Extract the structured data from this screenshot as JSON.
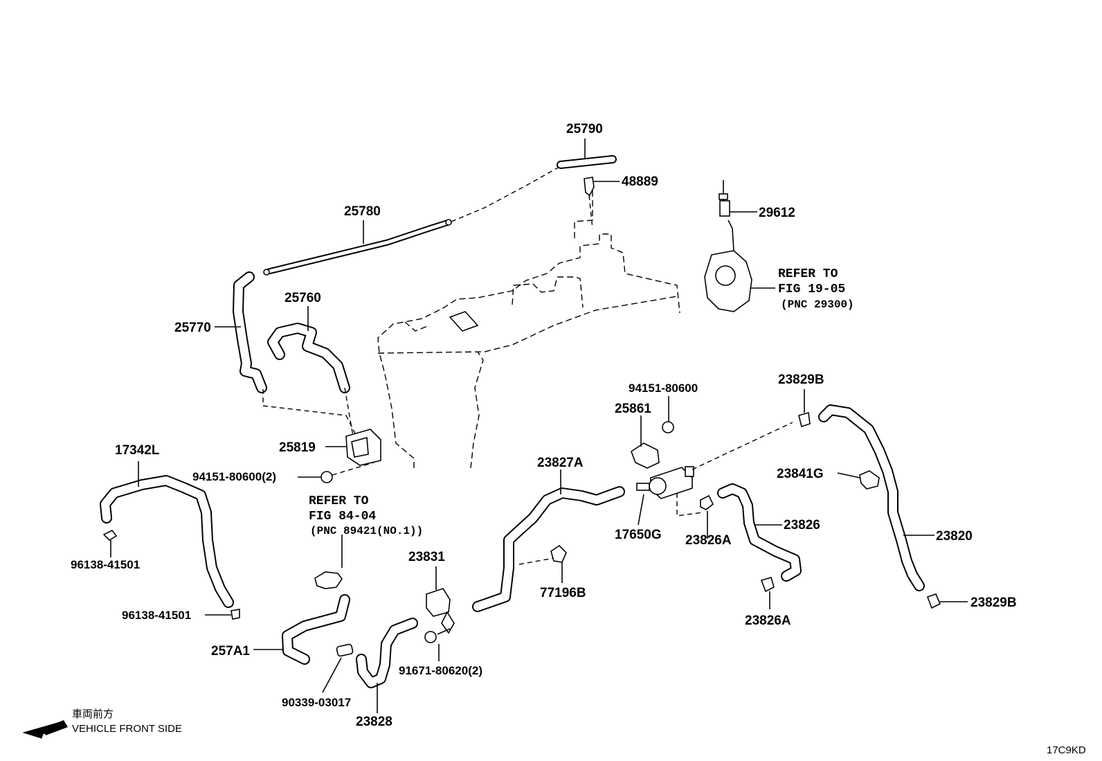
{
  "labels": {
    "p25790": "25790",
    "p48889": "48889",
    "p29612": "29612",
    "p25780": "25780",
    "p25760": "25760",
    "p25770": "25770",
    "p25819": "25819",
    "p94151_2": "94151-80600(2)",
    "p17342L": "17342L",
    "p96138_a": "96138-41501",
    "p96138_b": "96138-41501",
    "p257A1": "257A1",
    "p90339": "90339-03017",
    "p23828": "23828",
    "p23831": "23831",
    "p91671": "91671-80620(2)",
    "p23827A": "23827A",
    "p77196B": "77196B",
    "p94151": "94151-80600",
    "p25861": "25861",
    "p17650G": "17650G",
    "p23826A_a": "23826A",
    "p23826": "23826",
    "p23826A_b": "23826A",
    "p23829B_a": "23829B",
    "p23841G": "23841G",
    "p23820": "23820",
    "p23829B_b": "23829B"
  },
  "refer_fig19": {
    "line1": "REFER TO",
    "line2": "FIG 19-05",
    "line3": "(PNC 29300)"
  },
  "refer_fig84": {
    "line1": "REFER TO",
    "line2": "FIG 84-04",
    "line3": "(PNC 89421(NO.1))"
  },
  "footer": {
    "direction_jp": "車両前方",
    "direction_en": "VEHICLE FRONT SIDE",
    "figure_code": "17C9KD"
  }
}
